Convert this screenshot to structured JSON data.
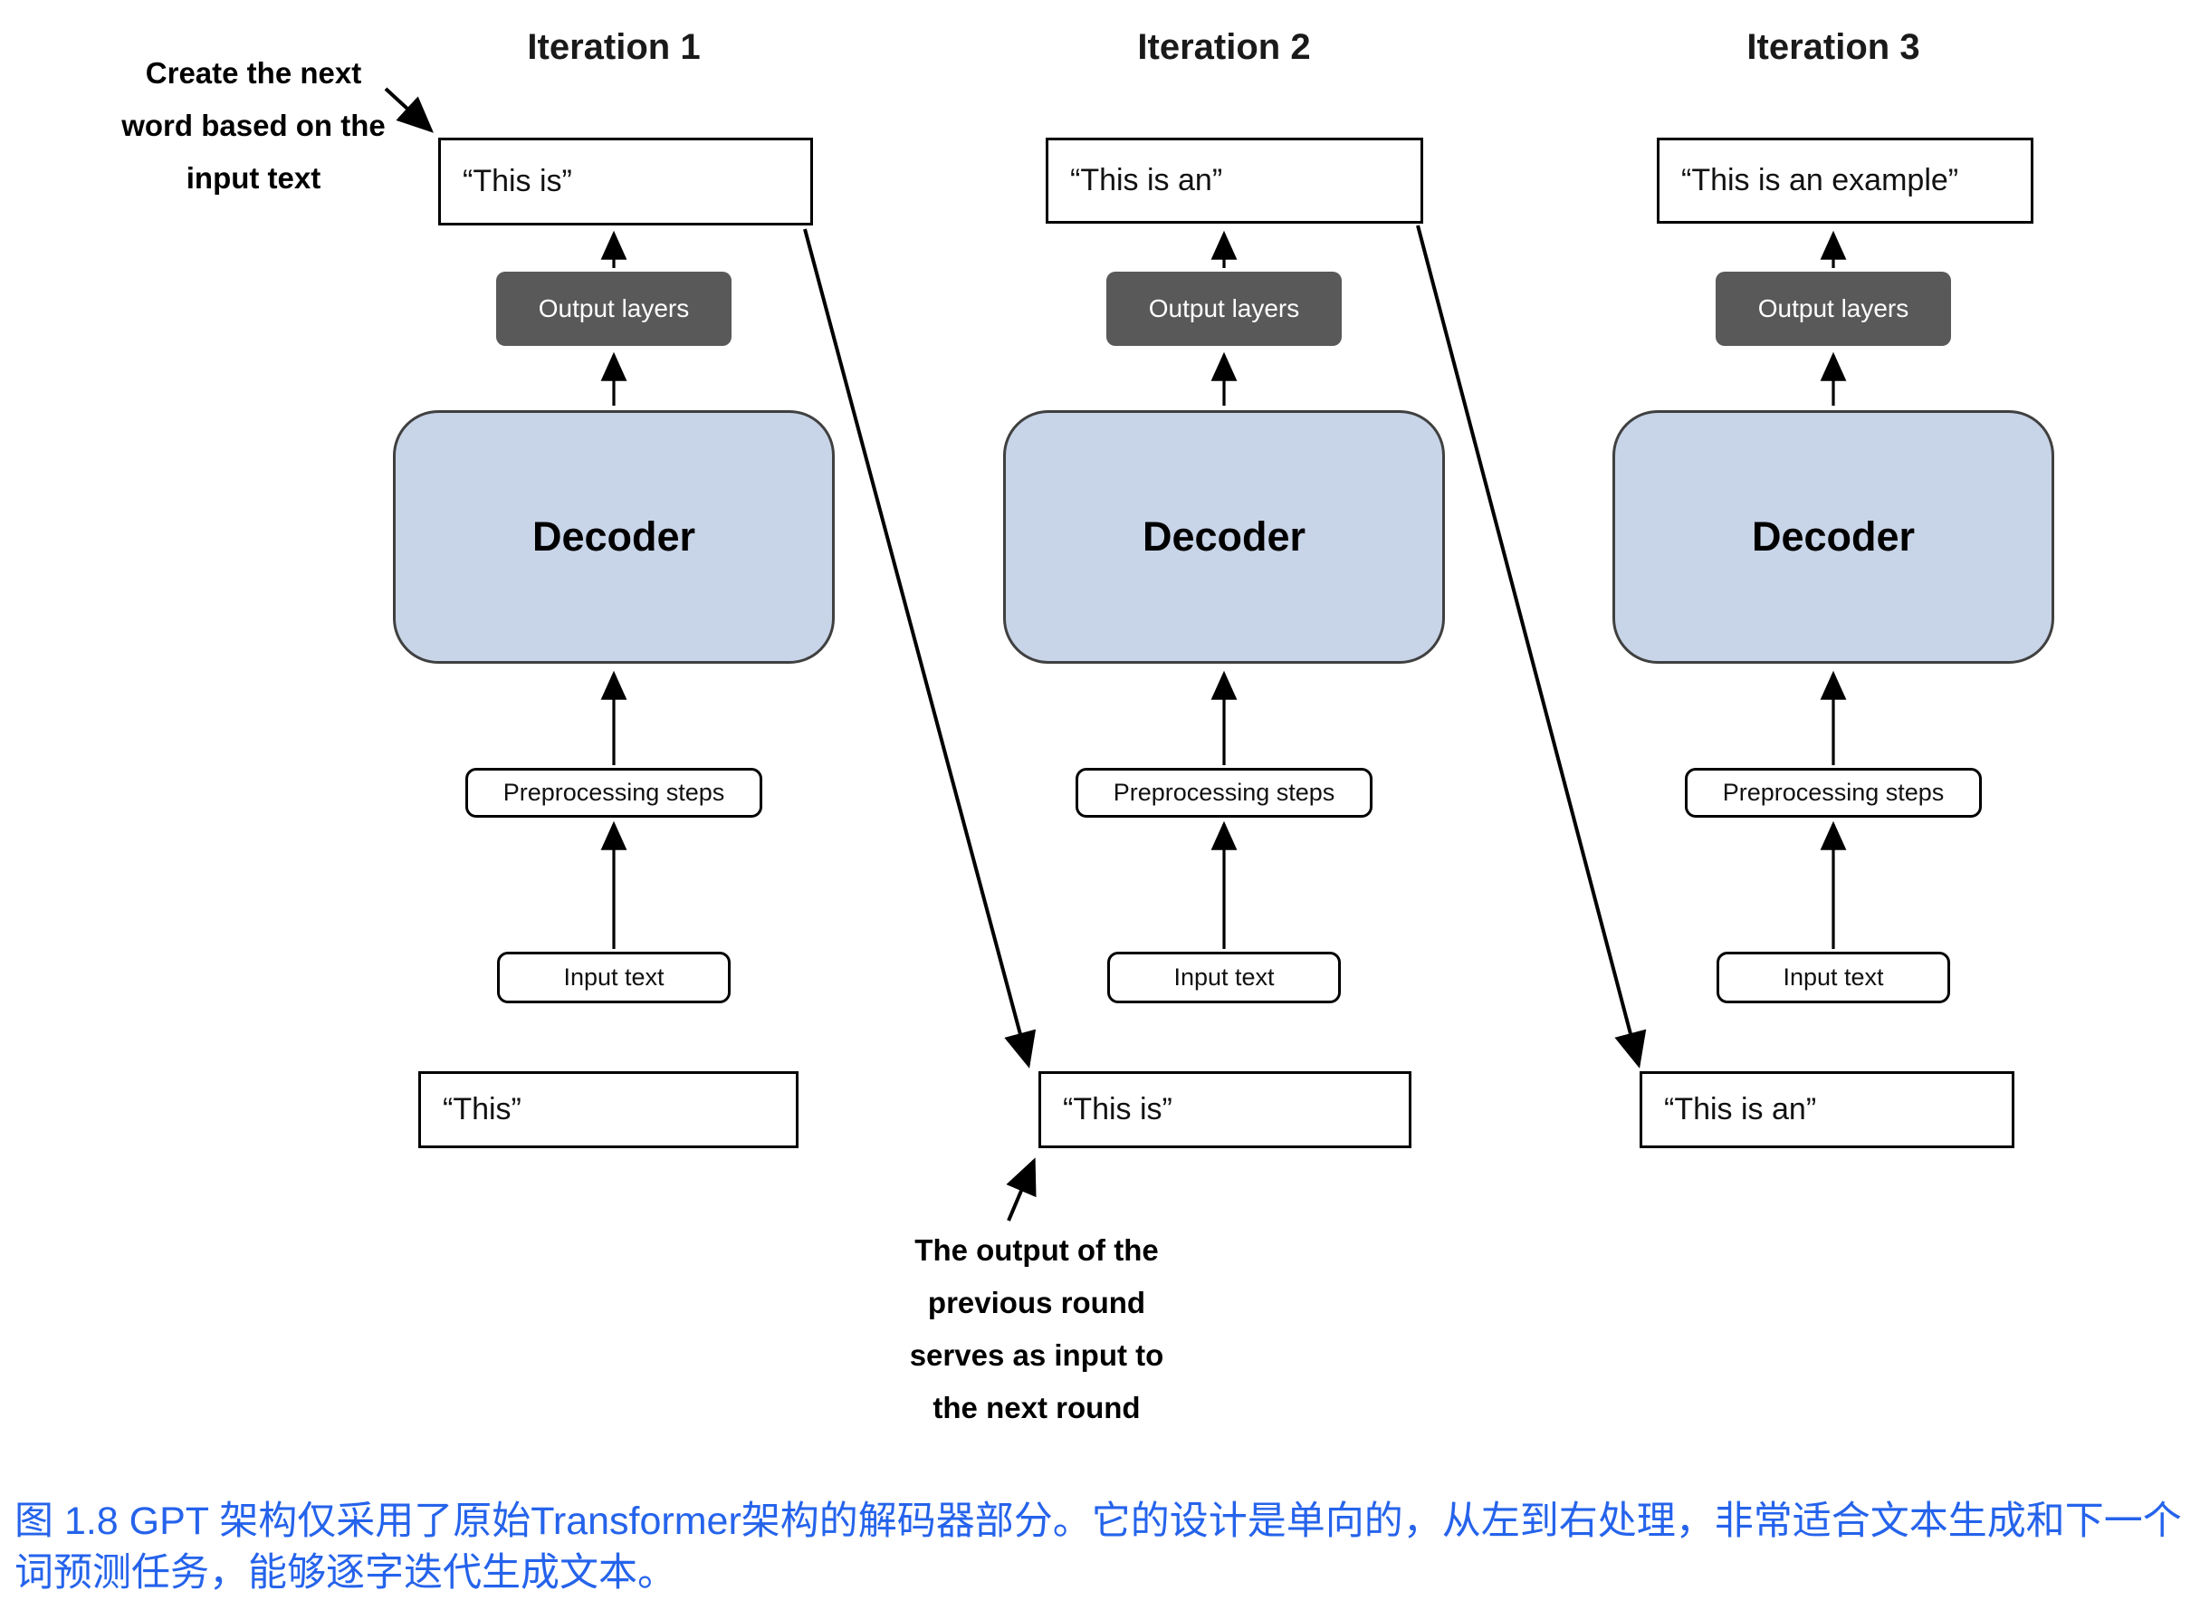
{
  "colors": {
    "decoder_fill": "#c8d4e7",
    "output_layers_bg": "#595959",
    "box_border": "#000000",
    "caption_blue": "#2563eb"
  },
  "annotations": {
    "create_next": {
      "lines": [
        "Create the next",
        "word based on the",
        "input text"
      ]
    },
    "prev_output": {
      "lines": [
        "The output of the",
        "previous round",
        "serves as input to",
        "the next round"
      ]
    }
  },
  "iterations": [
    {
      "title": "Iteration 1",
      "output_text": "“This is”",
      "output_layers_label": "Output layers",
      "decoder_label": "Decoder",
      "preprocessing_label": "Preprocessing steps",
      "input_label": "Input text",
      "input_text": "“This”"
    },
    {
      "title": "Iteration 2",
      "output_text": "“This is an”",
      "output_layers_label": "Output layers",
      "decoder_label": "Decoder",
      "preprocessing_label": "Preprocessing steps",
      "input_label": "Input text",
      "input_text": "“This is”"
    },
    {
      "title": "Iteration 3",
      "output_text": "“This is an example”",
      "output_layers_label": "Output layers",
      "decoder_label": "Decoder",
      "preprocessing_label": "Preprocessing steps",
      "input_label": "Input text",
      "input_text": "“This is an”"
    }
  ],
  "caption": {
    "text": "图 1.8  GPT 架构仅采用了原始Transformer架构的解码器部分。它的设计是单向的，从左到右处理，非常适合文本生成和下一个词预测任务，能够逐字迭代生成文本。"
  }
}
